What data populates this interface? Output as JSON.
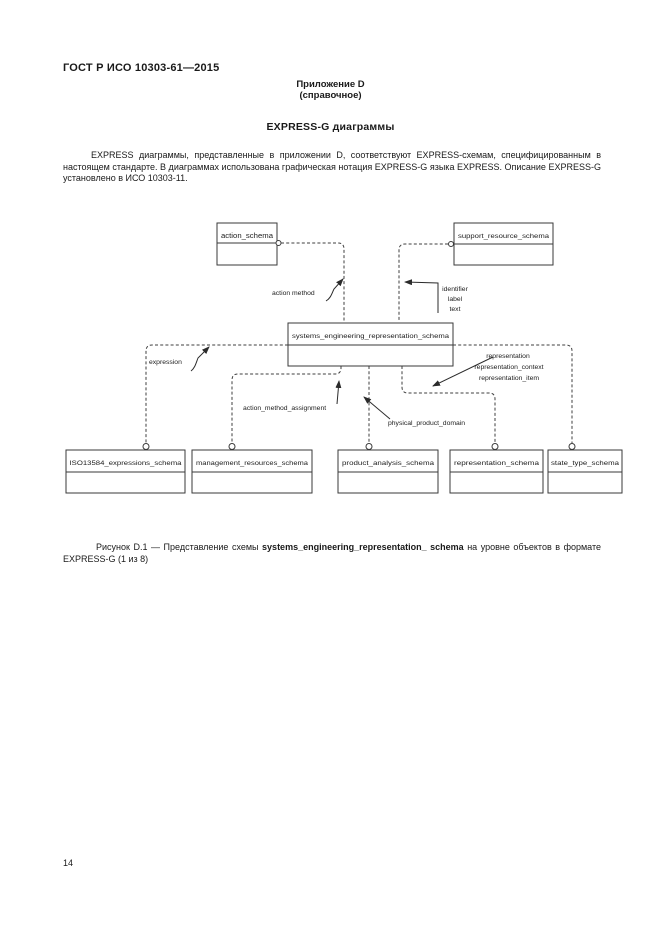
{
  "page": {
    "header": "ГОСТ Р ИСО 10303-61—2015",
    "annex_title": "Приложение D",
    "annex_subtitle": "(справочное)",
    "section_title": "EXPRESS-G диаграммы",
    "paragraph": "EXPRESS диаграммы, представленные в приложении D, соответствуют EXPRESS-схемам, специфицированным в настоящем стандарте. В диаграммах использована графическая нотация EXPRESS-G языка EXPRESS. Описание EXPRESS-G установлено в ИСО 10303-11.",
    "page_number": "14"
  },
  "caption": {
    "prefix": "Рисунок D.1 — Представление схемы ",
    "bold": "systems_engineering_representation_ schema",
    "suffix": " на уровне объектов в формате EXPRESS-G (1 из 8)"
  },
  "diagram": {
    "schemas": {
      "action": "action_schema",
      "support": "support_resource_schema",
      "central": "systems_engineering_representation_schema",
      "iso": "ISO13584_expressions_schema",
      "management": "management_resources_schema",
      "product": "product_analysis_schema",
      "representation": "representation_schema",
      "state": "state_type_schema"
    },
    "labels": {
      "action_method": "action method",
      "identifier_ref": [
        "identifier",
        "label",
        "text"
      ],
      "expression": "expression",
      "representation_ref": [
        "representation",
        "representation_context",
        "representation_item"
      ],
      "action_method_assignment": "action_method_assignment",
      "physical_product_domain": "physical_product_domain"
    }
  }
}
